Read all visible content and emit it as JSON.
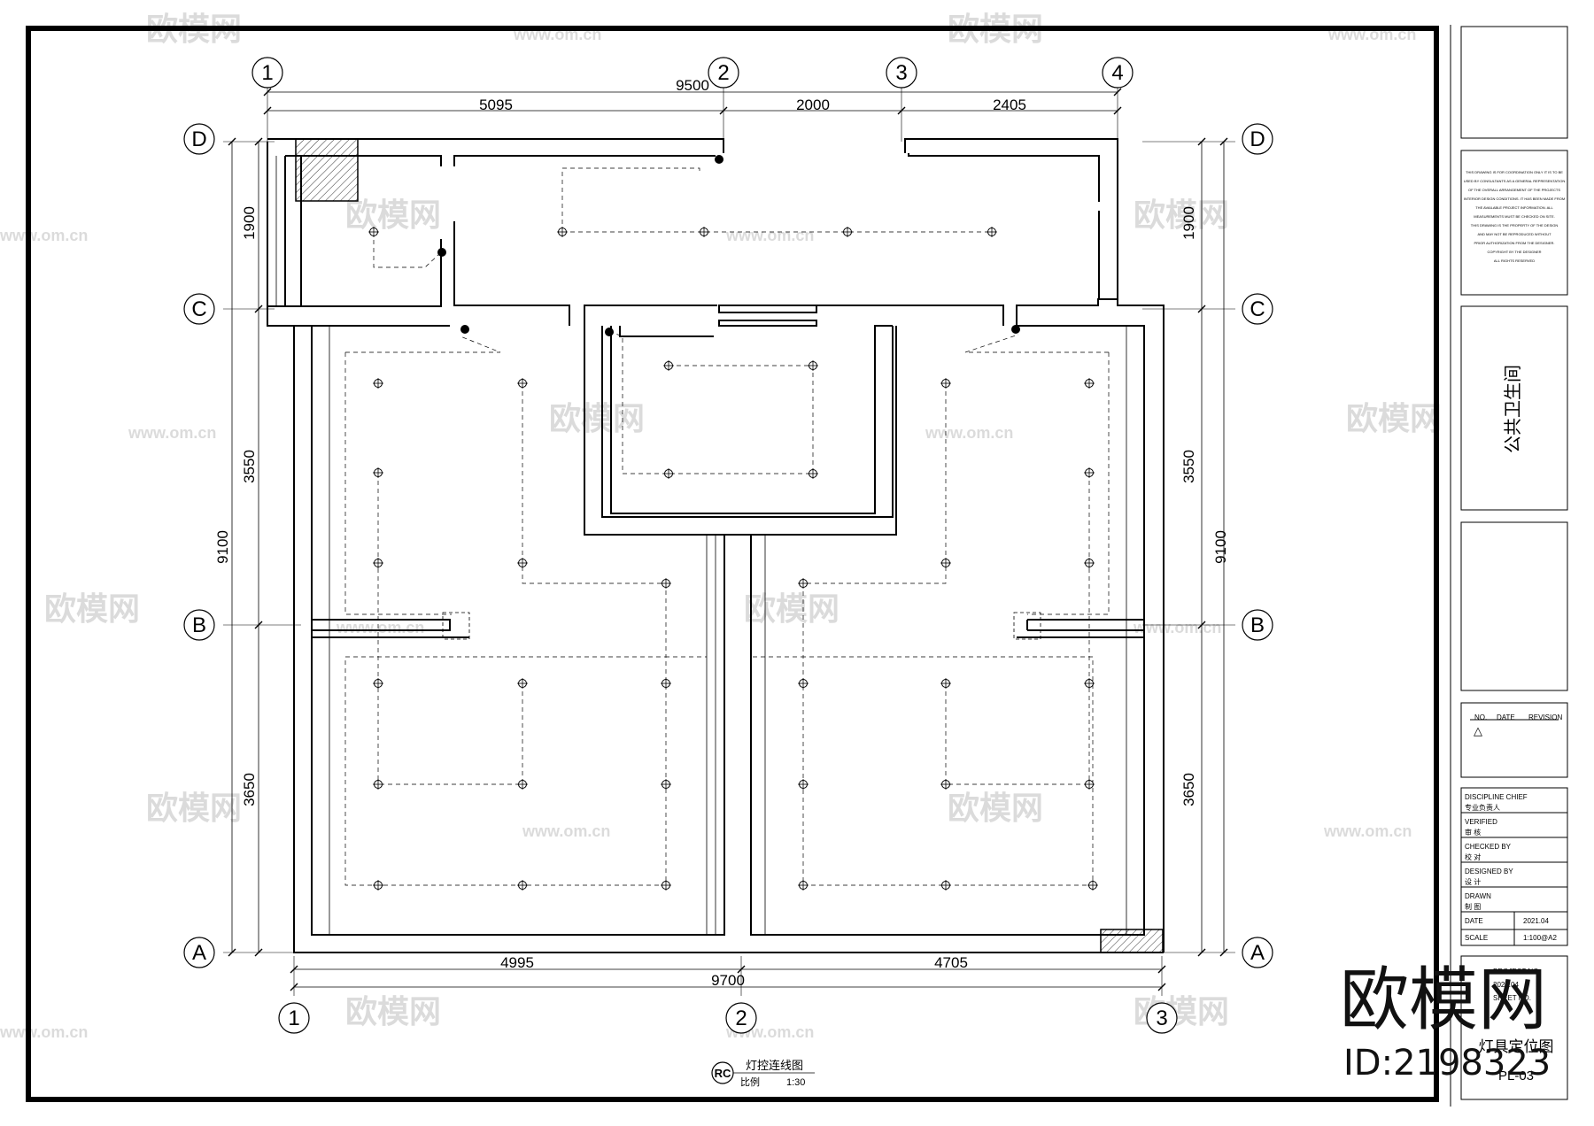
{
  "grid": {
    "top": [
      "1",
      "2",
      "3",
      "4"
    ],
    "bottom": [
      "1",
      "2",
      "3"
    ],
    "left": [
      "D",
      "C",
      "B",
      "A"
    ],
    "right": [
      "D",
      "C",
      "B",
      "A"
    ]
  },
  "dimensions": {
    "top_total": "9500",
    "top_segments": [
      "5095",
      "2000",
      "2405"
    ],
    "bottom_total": "9700",
    "bottom_segments": [
      "4995",
      "4705"
    ],
    "left_total": "9100",
    "left_segments": [
      "1900",
      "3550",
      "3650"
    ],
    "right_total": "9100",
    "right_segments": [
      "1900",
      "3550",
      "3650"
    ]
  },
  "drawing_caption": {
    "code": "RC",
    "title": "灯控连线图",
    "scale_label": "比例",
    "scale_value": "1:30"
  },
  "title_block": {
    "notes_lines": [
      "THIS DRAWING IS FOR COORDINATION ONLY IT IS TO BE",
      "USED BY CONSULTANTS AS A GENERAL REPRESENTATION",
      "OF THE OVERALL ARRANGEMENT OF THE PROJECTS",
      "INTERIOR DESIGN CONDITIONS. IT HAS BEEN MADE FROM",
      "THE AVAILABLE PROJECT INFORMATION. ALL",
      "MEASUREMENTS MUST BE CHECKED ON SITE.",
      "THIS DRAWING IS THE PROPERTY OF THE DESIGN",
      "AND MAY NOT BE REPRODUCED WITHOUT",
      "PRIOR AUTHORIZATION FROM THE DESIGNER.",
      "COPYRIGHT BY THE DESIGNER",
      "ALL RIGHTS RESERVED"
    ],
    "project_name": "公共卫生间",
    "revision_header": [
      "NO.",
      "DATE",
      "REVISION"
    ],
    "revision_mark": "△",
    "roles": [
      {
        "en": "DISCIPLINE CHIEF",
        "cn": "专业负责人"
      },
      {
        "en": "VERIFIED",
        "cn": "审  核"
      },
      {
        "en": "CHECKED BY",
        "cn": "校  对"
      },
      {
        "en": "DESIGNED BY",
        "cn": "设  计"
      },
      {
        "en": "DRAWN",
        "cn": "制  图"
      }
    ],
    "date_label": "DATE",
    "date_value": "2021.04",
    "scale_label": "SCALE",
    "scale_value": "1:100@A2",
    "sheet_labels": [
      "PROJECT NO.",
      "2021.04",
      "SHEET NO."
    ],
    "sheet_title": "灯具定位图",
    "sheet_no": "PL-03"
  },
  "watermark": {
    "logo_text": "欧模网",
    "url": "www.om.cn",
    "big_text": "欧模网",
    "id_text": "ID:2198323"
  },
  "colors": {
    "line": "#000000",
    "watermark": "#d8d8d8"
  }
}
